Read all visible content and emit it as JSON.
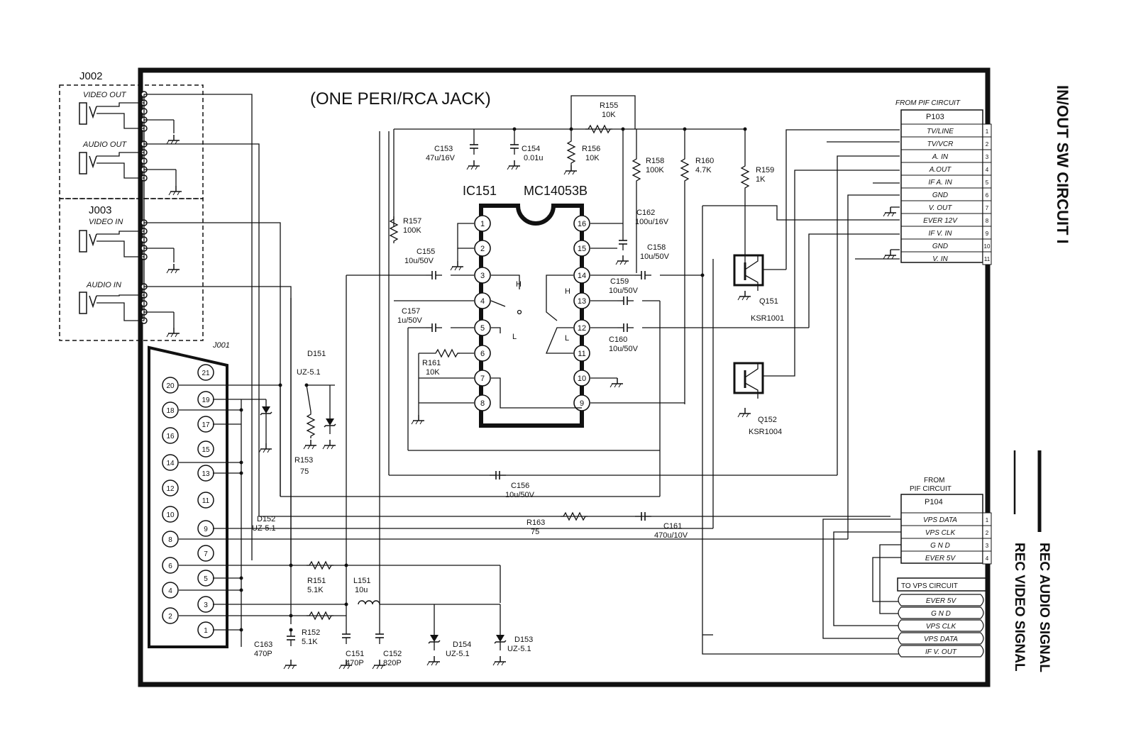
{
  "diagram": {
    "title": "(ONE PERI/RCA JACK)",
    "side_title": "IN/OUT SW CIRCUIT I",
    "legend": {
      "audio": "REC AUDIO SIGNAL",
      "video": "REC VIDEO SIGNAL"
    },
    "ic": {
      "name": "IC151",
      "part": "MC14053B",
      "left_pins": [
        "1",
        "2",
        "3",
        "4",
        "5",
        "6",
        "7",
        "8"
      ],
      "right_pins": [
        "16",
        "15",
        "14",
        "13",
        "12",
        "11",
        "10",
        "9"
      ]
    },
    "switch_marks": {
      "h": "H",
      "l": "L"
    },
    "j002": {
      "name": "J002",
      "ports": [
        "VIDEO OUT",
        "AUDIO OUT"
      ]
    },
    "j003": {
      "name": "J003",
      "ports": [
        "VIDEO IN",
        "AUDIO IN"
      ]
    },
    "j001": {
      "name": "J001",
      "pins_left": [
        "20",
        "18",
        "16",
        "14",
        "12",
        "10",
        "8",
        "6",
        "4",
        "2"
      ],
      "pins_right": [
        "21",
        "19",
        "17",
        "15",
        "13",
        "11",
        "9",
        "7",
        "5",
        "3",
        "1"
      ]
    },
    "p103": {
      "header": "FROM PIF CIRCUIT",
      "name": "P103",
      "signals": [
        "TV/LINE",
        "TV/VCR",
        "A. IN",
        "A.OUT",
        "IF A. IN",
        "GND",
        "V. OUT",
        "EVER 12V",
        "IF V. IN",
        "GND",
        "V. IN"
      ],
      "pins": [
        "1",
        "2",
        "3",
        "4",
        "5",
        "6",
        "7",
        "8",
        "9",
        "10",
        "11"
      ]
    },
    "p104": {
      "header1": "FROM",
      "header2": "PIF CIRCUIT",
      "name": "P104",
      "signals": [
        "VPS DATA",
        "VPS CLK",
        "G N D",
        "EVER 5V"
      ],
      "pins": [
        "1",
        "2",
        "3",
        "4"
      ]
    },
    "vps": {
      "header": "TO VPS CIRCUIT",
      "signals": [
        "EVER 5V",
        "G N D",
        "VPS CLK",
        "VPS DATA",
        "IF V. OUT"
      ]
    },
    "components": {
      "r155": {
        "ref": "R155",
        "val": "10K"
      },
      "c153": {
        "ref": "C153",
        "val": "47u/16V"
      },
      "c154": {
        "ref": "C154",
        "val": "0.01u"
      },
      "r156": {
        "ref": "R156",
        "val": "10K"
      },
      "r158": {
        "ref": "R158",
        "val": "100K"
      },
      "r160": {
        "ref": "R160",
        "val": "4.7K"
      },
      "r159": {
        "ref": "R159",
        "val": "1K"
      },
      "r157": {
        "ref": "R157",
        "val": "100K"
      },
      "c162": {
        "ref": "C162",
        "val": "100u/16V"
      },
      "c155": {
        "ref": "C155",
        "val": "10u/50V"
      },
      "c158": {
        "ref": "C158",
        "val": "10u/50V"
      },
      "c159": {
        "ref": "C159",
        "val": "10u/50V"
      },
      "c157": {
        "ref": "C157",
        "val": "1u/50V"
      },
      "c160": {
        "ref": "C160",
        "val": "10u/50V"
      },
      "r161": {
        "ref": "R161",
        "val": "10K"
      },
      "q151": {
        "ref": "Q151",
        "val": "KSR1001"
      },
      "q152": {
        "ref": "Q152",
        "val": "KSR1004"
      },
      "d151": {
        "ref": "D151",
        "val": "UZ-5.1"
      },
      "r153": {
        "ref": "R153",
        "val": "75"
      },
      "c156": {
        "ref": "C156",
        "val": "10u/50V"
      },
      "r163": {
        "ref": "R163",
        "val": "75"
      },
      "c161": {
        "ref": "C161",
        "val": "470u/10V"
      },
      "d152": {
        "ref": "D152",
        "val": "UZ-5.1"
      },
      "r151": {
        "ref": "R151",
        "val": "5.1K"
      },
      "l151": {
        "ref": "L151",
        "val": "10u"
      },
      "r152": {
        "ref": "R152",
        "val": "5.1K"
      },
      "c163": {
        "ref": "C163",
        "val": "470P"
      },
      "c151": {
        "ref": "C151",
        "val": "470P"
      },
      "c152": {
        "ref": "C152",
        "val": "820P"
      },
      "d154": {
        "ref": "D154",
        "val": "UZ-5.1"
      },
      "d153": {
        "ref": "D153",
        "val": "UZ-5.1"
      }
    }
  }
}
